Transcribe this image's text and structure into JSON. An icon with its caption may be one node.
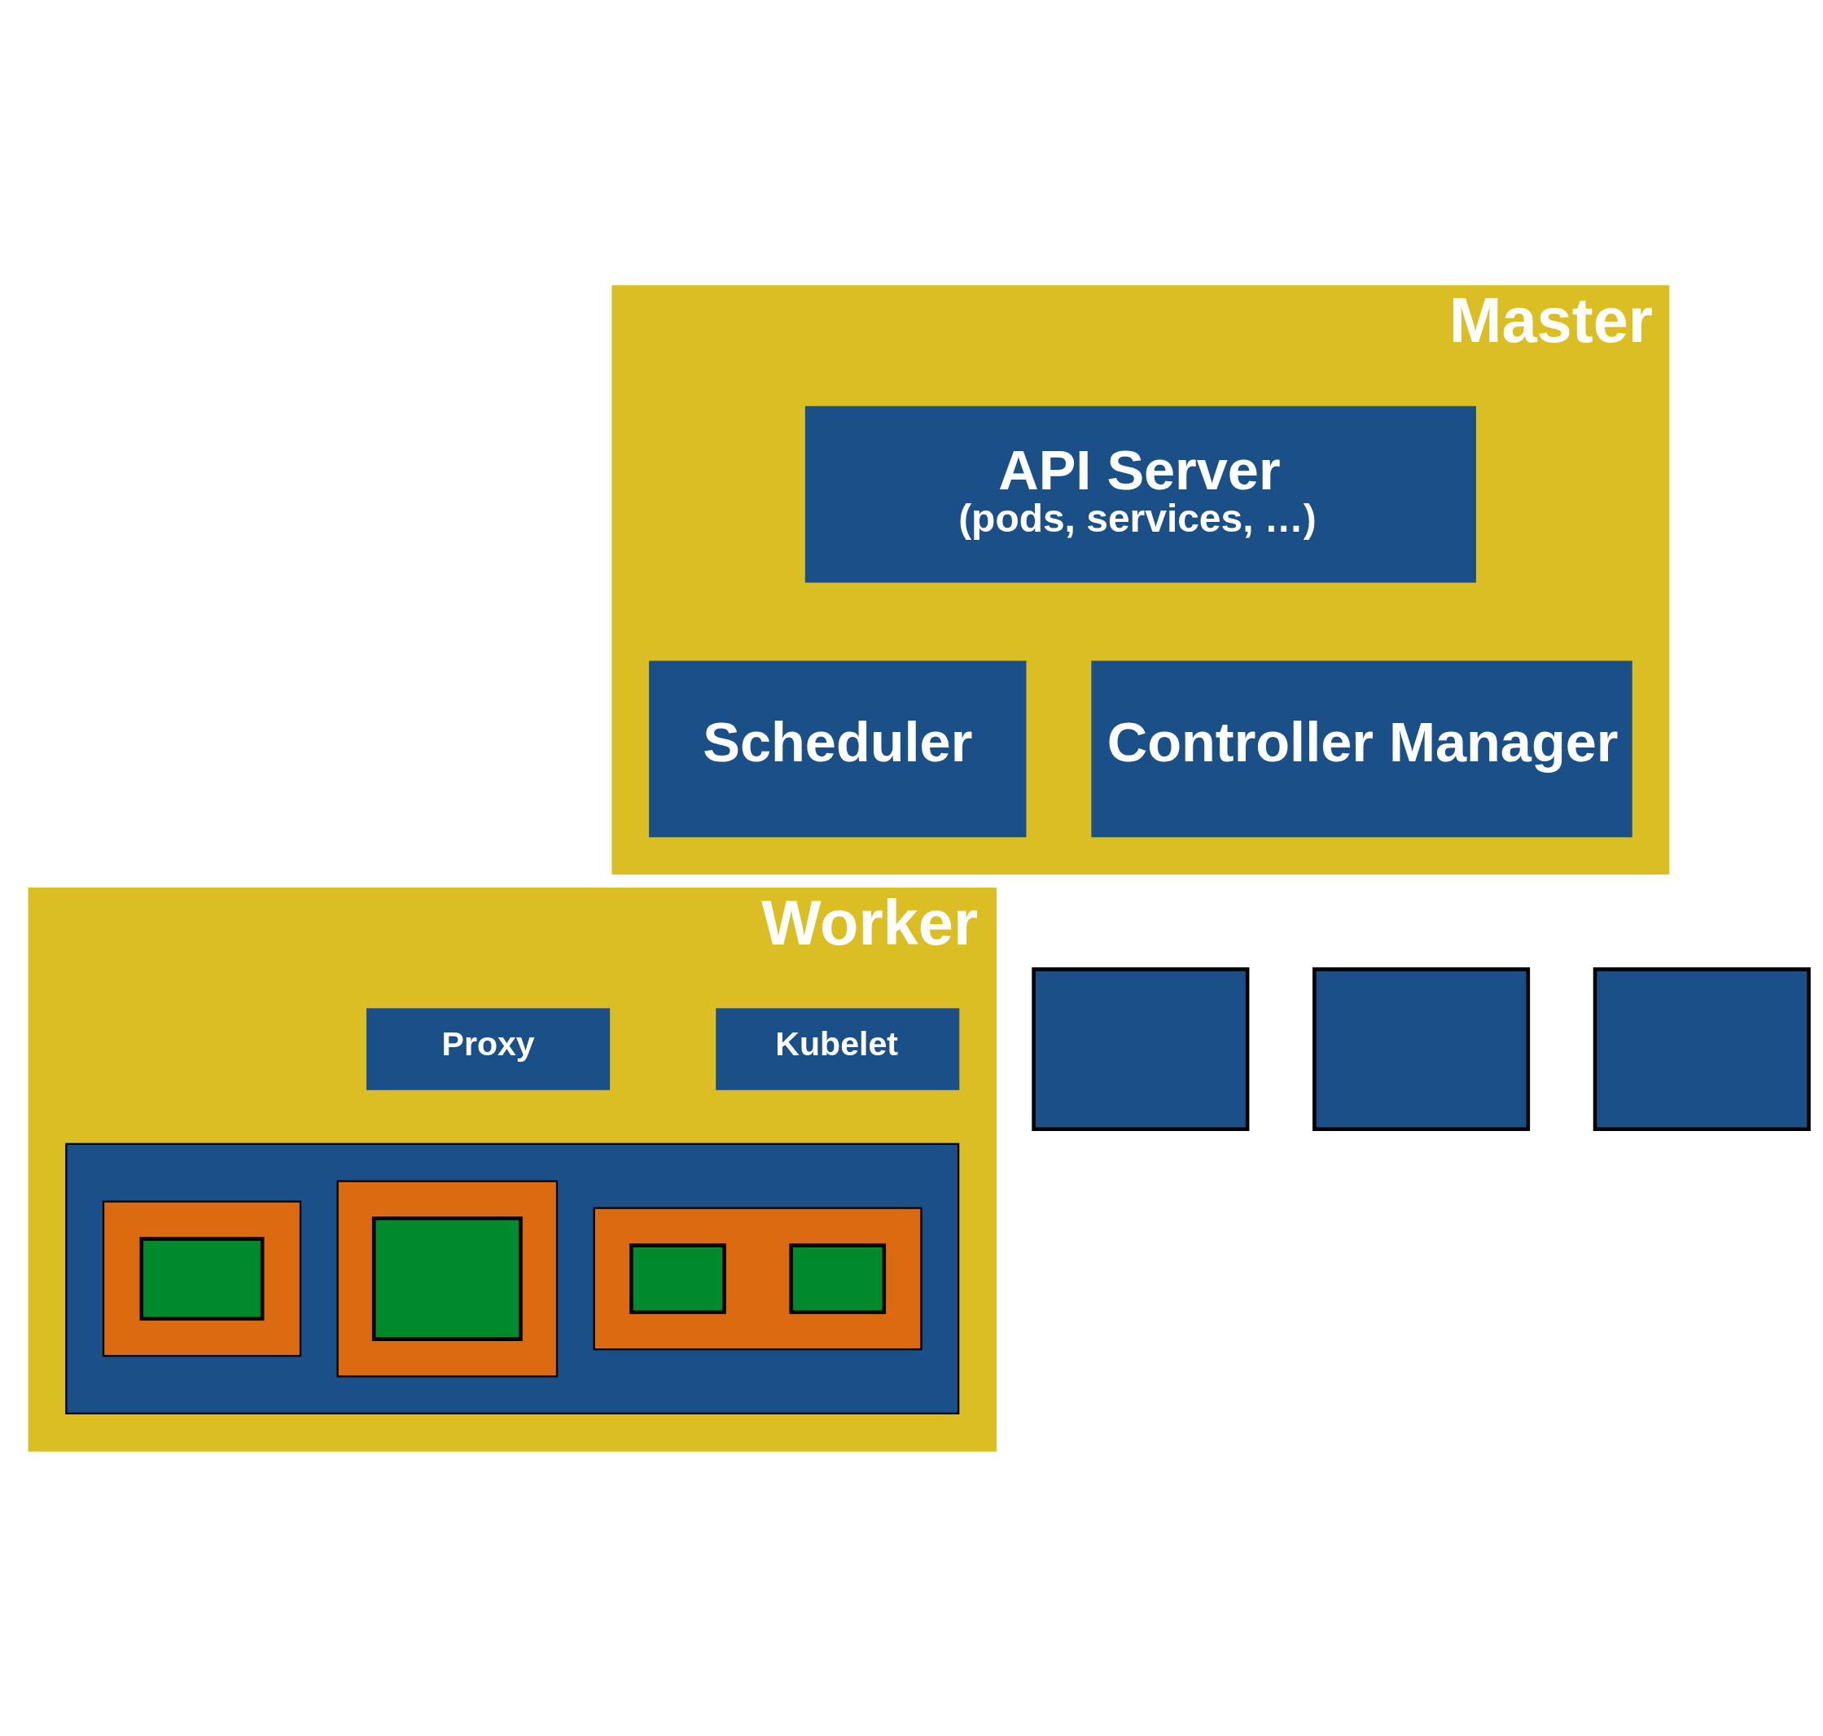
{
  "diagram": {
    "nodes": [
      {
        "text": [
          "Master"
        ]
      },
      {
        "text": [
          "API Server",
          "(pods, services, …)"
        ],
        "in": 0
      },
      {
        "text": [
          "Scheduler"
        ],
        "in": 0
      },
      {
        "text": [
          "Controller Manager"
        ],
        "in": 0
      },
      {
        "text": [],
        "shape": "box"
      },
      {
        "text": [],
        "shape": "box"
      },
      {
        "text": [],
        "shape": "box"
      },
      {
        "text": [
          "Worker"
        ]
      },
      {
        "text": [
          "Kubelet"
        ],
        "in": 7
      },
      {
        "text": [
          "Proxy"
        ],
        "in": 7
      },
      {
        "text": [],
        "shape": "box",
        "in": 7
      },
      {
        "text": [],
        "shape": "box",
        "in": 10
      },
      {
        "text": [],
        "shape": "box",
        "in": 10
      },
      {
        "text": [],
        "shape": "box",
        "in": 10
      },
      {
        "text": [],
        "shape": "box",
        "in": 11
      },
      {
        "text": [],
        "shape": "box",
        "in": 11
      },
      {
        "text": [],
        "shape": "box",
        "in": 12
      },
      {
        "text": [],
        "shape": "box",
        "in": 13
      }
    ]
  }
}
